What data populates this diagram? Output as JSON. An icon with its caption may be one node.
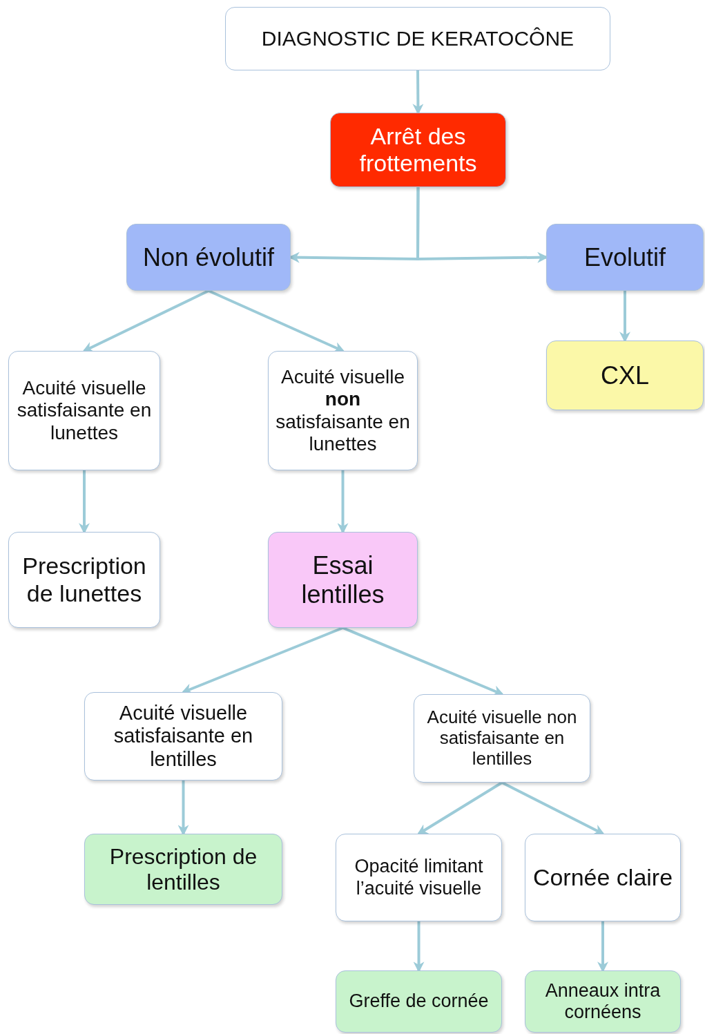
{
  "diagram": {
    "nodes": [
      {
        "text": [
          "DIAGNOSTIC DE KERATOCÔNE"
        ]
      },
      {
        "text": [
          "Arrêt des frottements"
        ]
      },
      {
        "text": [
          "Non évolutif"
        ]
      },
      {
        "text": [
          "Evolutif"
        ]
      },
      {
        "text": [
          "Acuité visuelle satisfaisante en lunettes"
        ]
      },
      {
        "text": [
          "Acuité visuelle **non** satisfaisante en lunettes"
        ]
      },
      {
        "text": [
          "CXL"
        ]
      },
      {
        "text": [
          "Prescription de lunettes"
        ]
      },
      {
        "text": [
          "Essai lentilles"
        ]
      },
      {
        "text": [
          "Acuité visuelle satisfaisante en lentilles"
        ]
      },
      {
        "text": [
          "Acuité visuelle non satisfaisante en lentilles"
        ]
      },
      {
        "text": [
          "Prescription de lentilles"
        ]
      },
      {
        "text": [
          "Opacité limitant l’acuité visuelle"
        ]
      },
      {
        "text": [
          "Cornée claire"
        ]
      },
      {
        "text": [
          "Greffe de cornée"
        ]
      },
      {
        "text": [
          "Anneaux intra cornéens"
        ]
      }
    ],
    "edges": [
      {
        "from": 0,
        "to": 1,
        "arrow": "to"
      },
      {
        "from": 1,
        "to": 2,
        "arrow": "to"
      },
      {
        "from": 1,
        "to": 3,
        "arrow": "to"
      },
      {
        "from": 2,
        "to": 4,
        "arrow": "to"
      },
      {
        "from": 2,
        "to": 5,
        "arrow": "to"
      },
      {
        "from": 3,
        "to": 6,
        "arrow": "to"
      },
      {
        "from": 4,
        "to": 7,
        "arrow": "to"
      },
      {
        "from": 5,
        "to": 8,
        "arrow": "to"
      },
      {
        "from": 8,
        "to": 9,
        "arrow": "to"
      },
      {
        "from": 8,
        "to": 10,
        "arrow": "to"
      },
      {
        "from": 9,
        "to": 11,
        "arrow": "to"
      },
      {
        "from": 10,
        "to": 12,
        "arrow": "to"
      },
      {
        "from": 10,
        "to": 13,
        "arrow": "to"
      },
      {
        "from": 12,
        "to": 14,
        "arrow": "to"
      },
      {
        "from": 13,
        "to": 15,
        "arrow": "to"
      }
    ]
  }
}
